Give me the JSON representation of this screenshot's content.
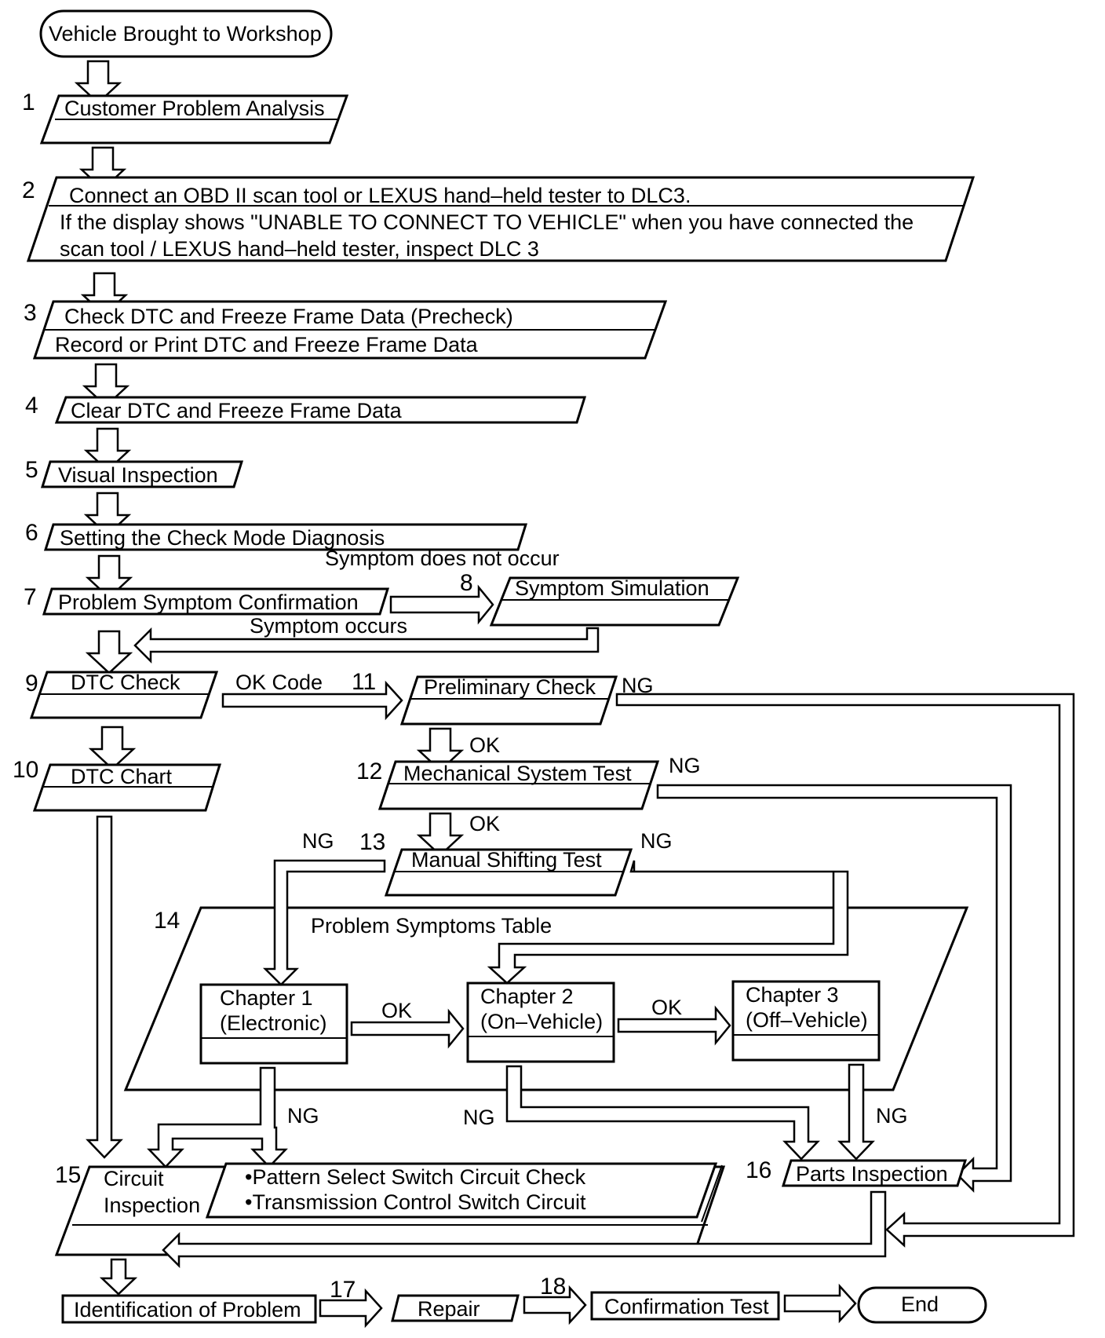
{
  "start": "Vehicle Brought to Workshop",
  "end": "End",
  "steps": {
    "s1": {
      "num": "1",
      "lines": [
        "Customer Problem Analysis"
      ]
    },
    "s2": {
      "num": "2",
      "lines": [
        "Connect an OBD II scan tool or LEXUS hand–held tester to DLC3.",
        "If the display shows \"UNABLE TO CONNECT TO VEHICLE\" when you have connected the",
        "scan tool / LEXUS hand–held tester, inspect DLC 3"
      ]
    },
    "s3": {
      "num": "3",
      "lines": [
        "Check DTC and Freeze Frame Data (Precheck)",
        "Record or Print DTC and Freeze Frame Data"
      ]
    },
    "s4": {
      "num": "4",
      "lines": [
        "Clear DTC and Freeze Frame Data"
      ]
    },
    "s5": {
      "num": "5",
      "lines": [
        "Visual Inspection"
      ]
    },
    "s6": {
      "num": "6",
      "lines": [
        "Setting the Check Mode Diagnosis"
      ]
    },
    "s7": {
      "num": "7",
      "lines": [
        "Problem Symptom Confirmation"
      ]
    },
    "s8": {
      "num": "8",
      "lines": [
        "Symptom Simulation"
      ]
    },
    "s9": {
      "num": "9",
      "lines": [
        "DTC Check"
      ]
    },
    "s10": {
      "num": "10",
      "lines": [
        "DTC Chart"
      ]
    },
    "s11": {
      "num": "11",
      "lines": [
        "Preliminary Check"
      ]
    },
    "s12": {
      "num": "12",
      "lines": [
        "Mechanical System Test"
      ]
    },
    "s13": {
      "num": "13",
      "lines": [
        "Manual Shifting Test"
      ]
    },
    "s14": {
      "num": "14",
      "lines": [
        "Problem Symptoms Table"
      ]
    },
    "s15": {
      "num": "15",
      "lines": [
        "Circuit",
        "Inspection"
      ]
    },
    "s16": {
      "num": "16",
      "lines": [
        "Parts Inspection"
      ]
    },
    "s17": {
      "num": "17"
    },
    "s18": {
      "num": "18"
    }
  },
  "chapters": {
    "c1": [
      "Chapter 1",
      "(Electronic)"
    ],
    "c2": [
      "Chapter 2",
      "(On–Vehicle)"
    ],
    "c3": [
      "Chapter 3",
      "(Off–Vehicle)"
    ]
  },
  "circuit_items": [
    "•Pattern Select Switch Circuit Check",
    "•Transmission Control Switch Circuit"
  ],
  "final": {
    "identification": "Identification of Problem",
    "repair": "Repair",
    "confirmation": "Confirmation Test"
  },
  "branch_labels": {
    "symptom_not_occur": "Symptom does not occur",
    "symptom_occurs": "Symptom occurs",
    "ok_code": "OK Code",
    "ok": "OK",
    "ng": "NG"
  }
}
